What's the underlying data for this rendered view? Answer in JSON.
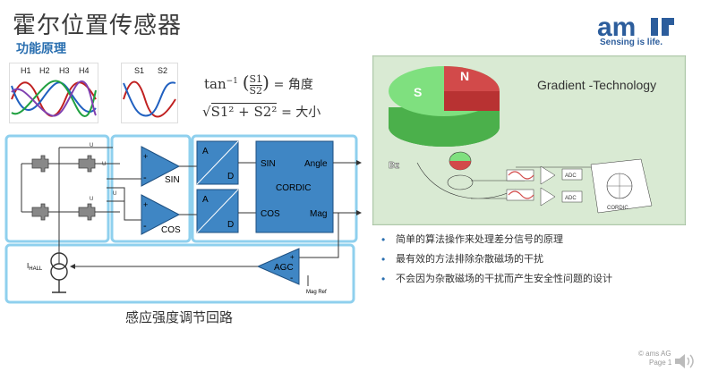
{
  "header": {
    "title": "霍尔位置传感器",
    "subtitle": "功能原理",
    "logo_text": "am",
    "logo_tagline": "Sensing is life."
  },
  "waveforms": {
    "left_labels": [
      "H1",
      "H2",
      "H3",
      "H4"
    ],
    "right_labels": [
      "S1",
      "S2"
    ]
  },
  "formulas": {
    "angle_fn": "tan",
    "angle_exp": "−1",
    "num": "S1",
    "den": "S2",
    "angle_result": "= 角度",
    "mag_expr": "S1² + S2²",
    "mag_result": "= 大小"
  },
  "diagram": {
    "u_label": "U",
    "sin_label": "SIN",
    "cos_label": "COS",
    "a_label": "A",
    "d_label": "D",
    "cordic_label": "CORDIC",
    "sin_in": "SIN",
    "cos_in": "COS",
    "angle_out": "Angle",
    "mag_out": "Mag",
    "agc_label": "AGC",
    "mag_ref": "Mag Ref",
    "ihall": "I",
    "ihall_sub": "HALL",
    "plus": "+",
    "minus": "-"
  },
  "caption": "感应强度调节回路",
  "render": {
    "title": "Gradient -Technology",
    "bz": "Bz",
    "magnet_s": "S",
    "magnet_n": "N",
    "adc": "ADC",
    "cordic": "CORDIC"
  },
  "bullets": [
    "简单的算法操作来处理差分信号的原理",
    "最有效的方法排除杂散磁场的干扰",
    "不会因为杂散磁场的干扰而产生安全性问题的设计"
  ],
  "footer": {
    "copyright": "© ams AG",
    "page": "Page 1"
  },
  "colors": {
    "accent": "#2a6fb0",
    "panel_border": "#8fd0ee",
    "block_fill": "#3f86c4",
    "render_bg": "#cfe3c9"
  }
}
